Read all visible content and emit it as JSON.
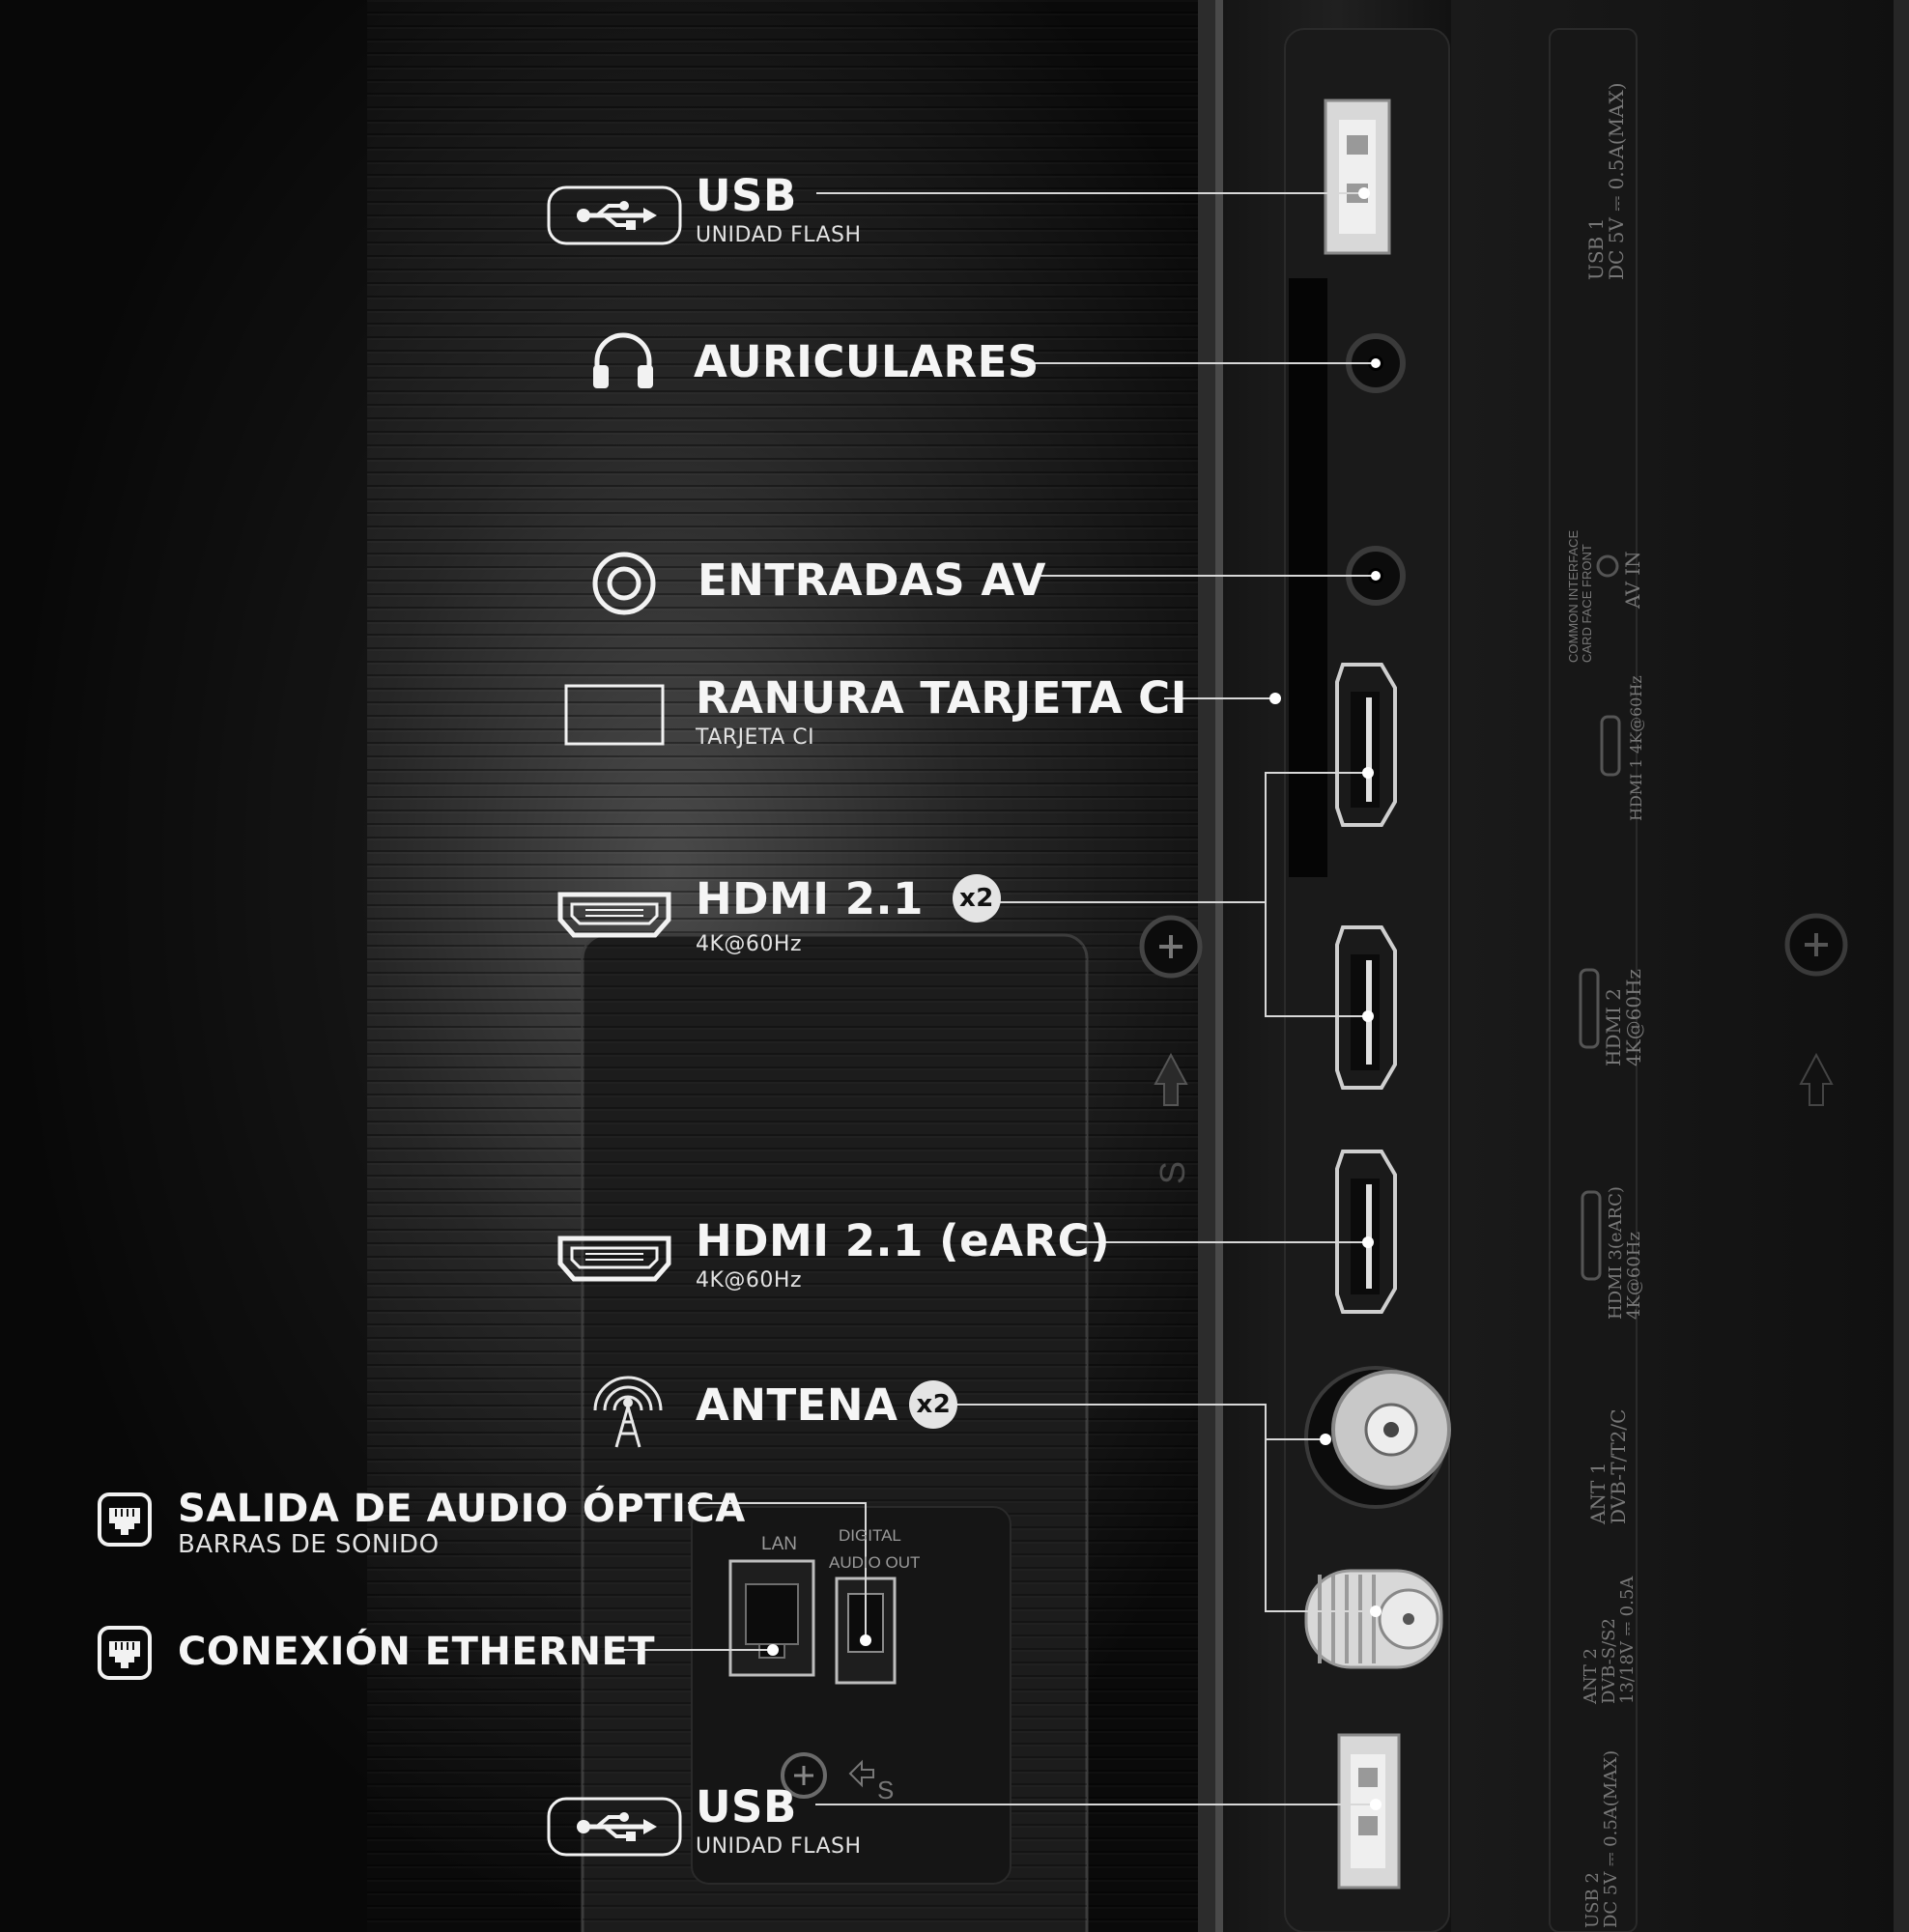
{
  "labels": {
    "usb_top": {
      "title": "USB",
      "sub": "UNIDAD FLASH"
    },
    "headphones": {
      "title": "AURICULARES"
    },
    "av_in": {
      "title": "ENTRADAS AV"
    },
    "ci_slot": {
      "title": "RANURA TARJETA CI",
      "sub": "TARJETA CI"
    },
    "hdmi": {
      "title": "HDMI 2.1",
      "badge": "x2",
      "sub": "4K@60Hz"
    },
    "hdmi_earc": {
      "title": "HDMI 2.1 (eARC)",
      "sub": "4K@60Hz"
    },
    "antenna": {
      "title": "ANTENA",
      "badge": "x2"
    },
    "optical": {
      "title": "SALIDA DE AUDIO ÓPTICA",
      "sub": "BARRAS DE SONIDO"
    },
    "ethernet": {
      "title": "CONEXIÓN ETHERNET"
    },
    "usb_bottom": {
      "title": "USB",
      "sub": "UNIDAD FLASH"
    }
  },
  "panel_labels": {
    "lan": "LAN",
    "digital_audio_out_1": "DIGITAL",
    "digital_audio_out_2": "AUDIO OUT",
    "screw_mark": "S"
  },
  "side_labels": {
    "usb1_a": "USB 1",
    "usb1_b": "DC 5V ⎓ 0.5A(MAX)",
    "ci_a": "COMMON INTERFACE",
    "ci_b": "CARD FACE FRONT",
    "av": "AV IN",
    "hdmi1": "HDMI 1 4K@60Hz",
    "hdmi2_a": "HDMI 2",
    "hdmi2_b": "4K@60Hz",
    "hdmi3_a": "HDMI 3(eARC)",
    "hdmi3_b": "4K@60Hz",
    "ant1_a": "ANT 1",
    "ant1_b": "DVB-T/T2/C",
    "ant2_a": "ANT 2",
    "ant2_b": "DVB-S/S2",
    "ant2_c": "13/18V ⎓ 0.5A",
    "usb2_a": "USB 2",
    "usb2_b": "DC 5V ⎓ 0.5A(MAX)"
  },
  "colors": {
    "background": "#0a0a0a",
    "label_text": "#f5f5f5",
    "leader_line": "#d8d8d8",
    "badge_bg": "#e4e4e4"
  }
}
